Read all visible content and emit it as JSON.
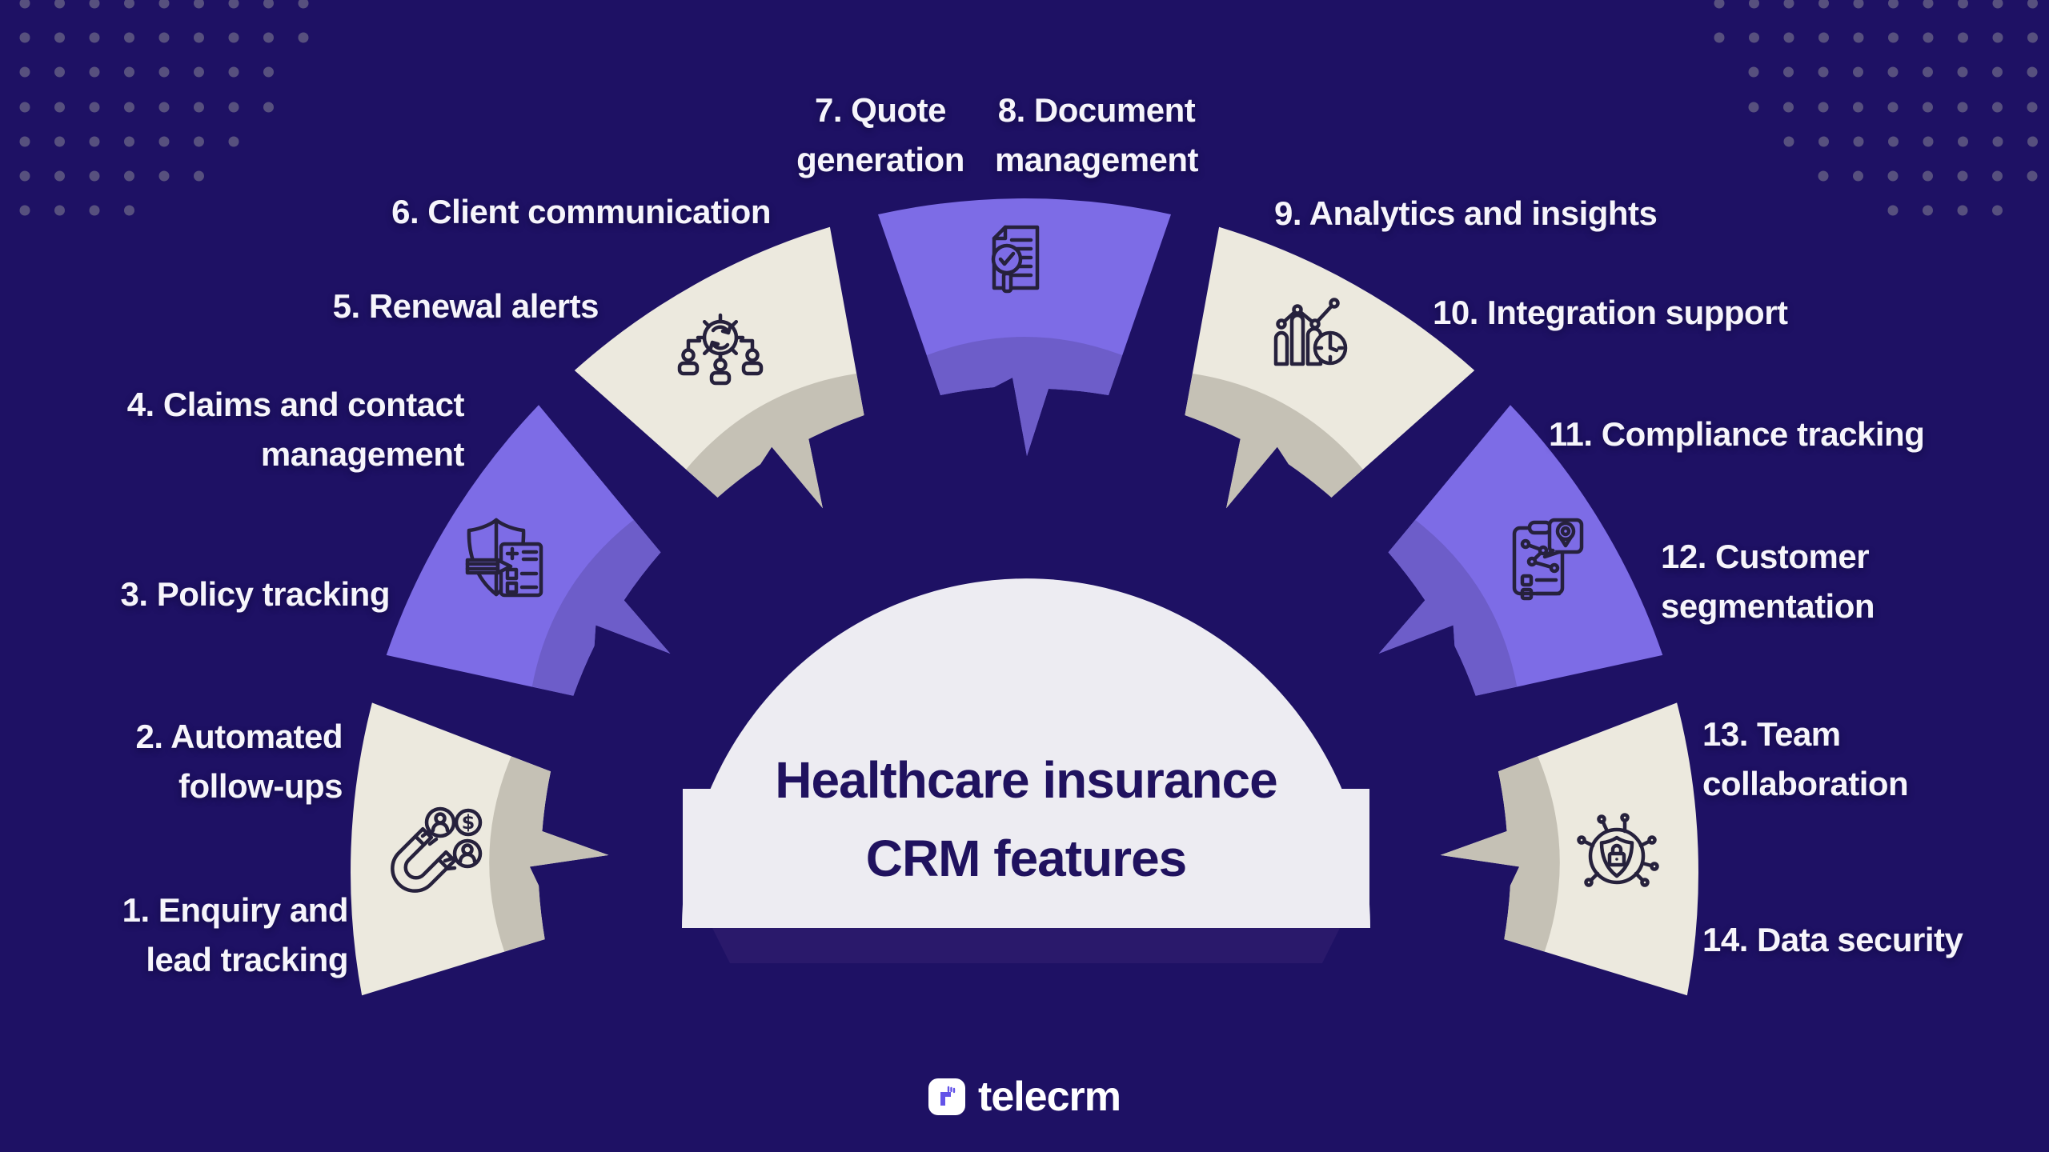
{
  "title": "Healthcare insurance\nCRM features",
  "brand": {
    "logo_text": "telecrm"
  },
  "features": [
    {
      "id": 1,
      "label": "1. Enquiry and\nlead tracking"
    },
    {
      "id": 2,
      "label": "2. Automated\nfollow-ups"
    },
    {
      "id": 3,
      "label": "3. Policy tracking"
    },
    {
      "id": 4,
      "label": "4. Claims and contact\nmanagement"
    },
    {
      "id": 5,
      "label": "5. Renewal alerts"
    },
    {
      "id": 6,
      "label": "6. Client communication"
    },
    {
      "id": 7,
      "label": "7. Quote\ngeneration"
    },
    {
      "id": 8,
      "label": "8. Document\nmanagement"
    },
    {
      "id": 9,
      "label": "9. Analytics and insights"
    },
    {
      "id": 10,
      "label": "10. Integration support"
    },
    {
      "id": 11,
      "label": "11. Compliance tracking"
    },
    {
      "id": 12,
      "label": "12. Customer\nsegmentation"
    },
    {
      "id": 13,
      "label": "13. Team\ncollaboration"
    },
    {
      "id": 14,
      "label": "14. Data security"
    }
  ],
  "wedges": [
    {
      "icon": "lead-magnet-icon",
      "color": "cream"
    },
    {
      "icon": "policy-shield-pencil-icon",
      "color": "purple"
    },
    {
      "icon": "team-gear-icon",
      "color": "cream"
    },
    {
      "icon": "quote-search-document-icon",
      "color": "purple"
    },
    {
      "icon": "analytics-clock-icon",
      "color": "cream"
    },
    {
      "icon": "compliance-clipboard-icon",
      "color": "purple"
    },
    {
      "icon": "security-circuit-shield-icon",
      "color": "cream"
    }
  ],
  "colors": {
    "bg": "#1E1164",
    "cream": "#ECE9DE",
    "cream-sh": "#C5C1B5",
    "purple": "#7D6CE6",
    "purple-sh": "#6D5DC9",
    "dome": "#EDECF2",
    "band": "#2A196B",
    "title": "#20125F",
    "label": "#F6F5FB",
    "dot": "#57507E",
    "icon": "#26213C",
    "logo-badge": "#FFFFFF",
    "logo-glyph": "#6353E8",
    "logo-text": "#FFFFFF"
  }
}
